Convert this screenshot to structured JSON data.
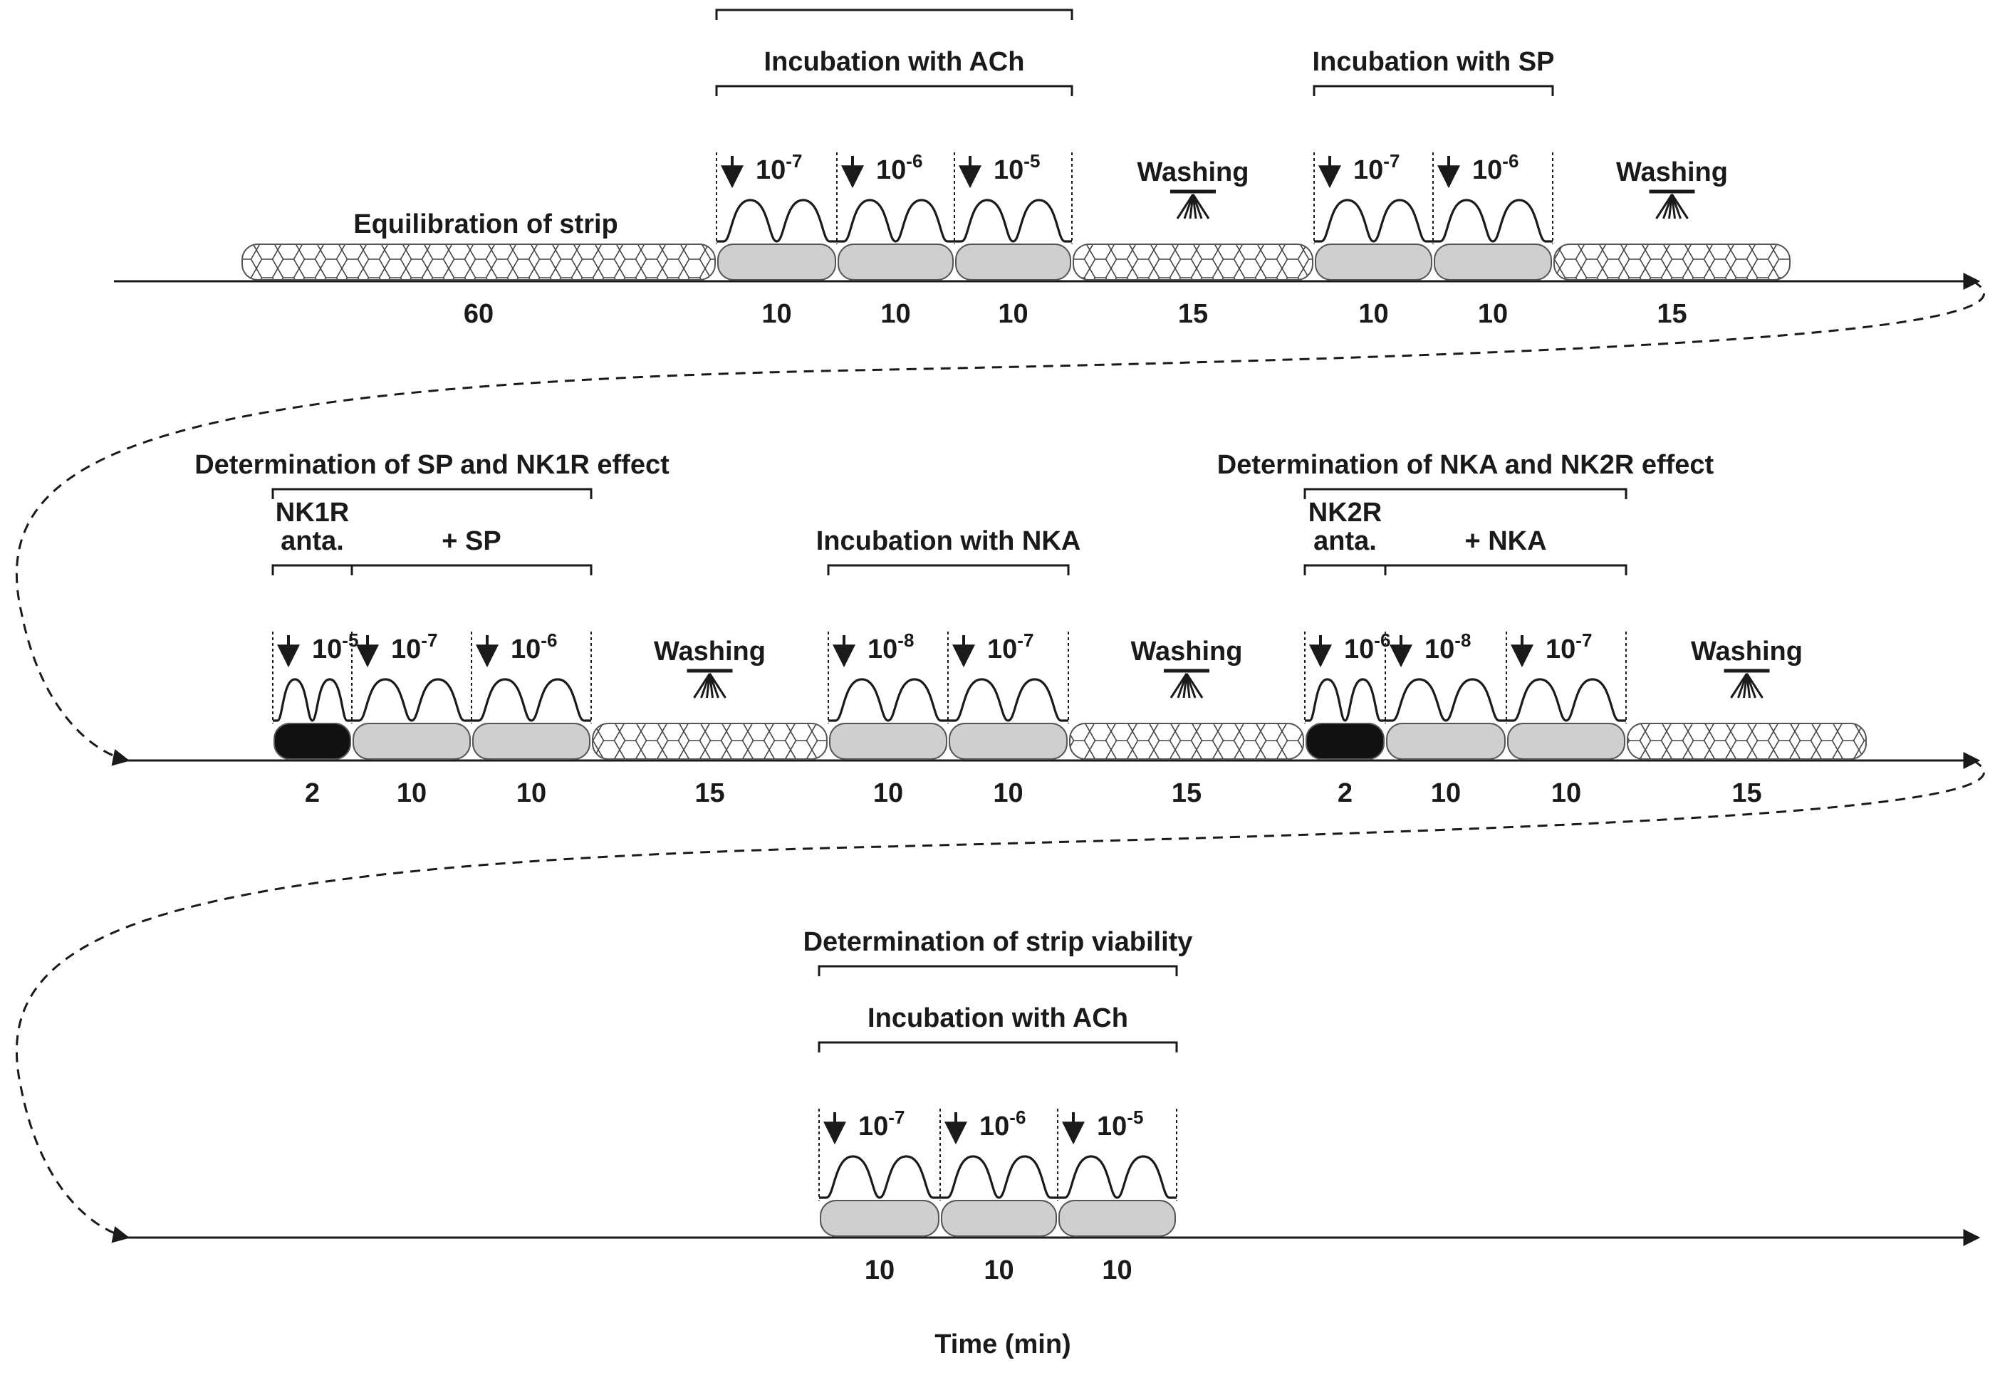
{
  "colors": {
    "ink": "#1a1a1a",
    "incubation_fill": "#cfcfcf",
    "antagonist_fill": "#111111",
    "washing_fill": "#ffffff"
  },
  "rows": [
    {
      "id": "row1",
      "segments": [
        {
          "kind": "equilibration",
          "duration": "60",
          "label": "Equilibration of strip"
        },
        {
          "kind": "incubation",
          "duration": "10",
          "conc_base": "10",
          "conc_exp": "-7",
          "arrow": true
        },
        {
          "kind": "incubation",
          "duration": "10",
          "conc_base": "10",
          "conc_exp": "-6",
          "arrow": true
        },
        {
          "kind": "incubation",
          "duration": "10",
          "conc_base": "10",
          "conc_exp": "-5",
          "arrow": true
        },
        {
          "kind": "washing",
          "duration": "15",
          "label": "Washing"
        },
        {
          "kind": "incubation",
          "duration": "10",
          "conc_base": "10",
          "conc_exp": "-7",
          "arrow": true
        },
        {
          "kind": "incubation",
          "duration": "10",
          "conc_base": "10",
          "conc_exp": "-6",
          "arrow": true
        },
        {
          "kind": "washing",
          "duration": "15",
          "label": "Washing"
        }
      ],
      "brackets": [
        {
          "label": "Determination of strip viability",
          "level": 2,
          "from": 1,
          "to": 3
        },
        {
          "label": "Incubation with ACh",
          "level": 1,
          "from": 1,
          "to": 3
        },
        {
          "label": "Incubation with SP",
          "level": 1,
          "from": 5,
          "to": 6
        }
      ]
    },
    {
      "id": "row2",
      "segments": [
        {
          "kind": "antagonist",
          "duration": "2",
          "conc_base": "10",
          "conc_exp": "-5",
          "arrow": true
        },
        {
          "kind": "incubation",
          "duration": "10",
          "conc_base": "10",
          "conc_exp": "-7",
          "arrow": true
        },
        {
          "kind": "incubation",
          "duration": "10",
          "conc_base": "10",
          "conc_exp": "-6",
          "arrow": true
        },
        {
          "kind": "washing",
          "duration": "15",
          "label": "Washing"
        },
        {
          "kind": "incubation",
          "duration": "10",
          "conc_base": "10",
          "conc_exp": "-8",
          "arrow": true
        },
        {
          "kind": "incubation",
          "duration": "10",
          "conc_base": "10",
          "conc_exp": "-7",
          "arrow": true
        },
        {
          "kind": "washing",
          "duration": "15",
          "label": "Washing"
        },
        {
          "kind": "antagonist",
          "duration": "2",
          "conc_base": "10",
          "conc_exp": "-6",
          "arrow": true
        },
        {
          "kind": "incubation",
          "duration": "10",
          "conc_base": "10",
          "conc_exp": "-8",
          "arrow": true
        },
        {
          "kind": "incubation",
          "duration": "10",
          "conc_base": "10",
          "conc_exp": "-7",
          "arrow": true
        },
        {
          "kind": "washing",
          "duration": "15",
          "label": "Washing"
        }
      ],
      "brackets": [
        {
          "label": "Determination of SP and NK1R effect",
          "level": 2,
          "from": 0,
          "to": 2
        },
        {
          "label": "NK1R\nanta.",
          "level": 1,
          "from": 0,
          "to": 0
        },
        {
          "label": "+ SP",
          "level": 1,
          "from": 1,
          "to": 2
        },
        {
          "label": "Incubation with NKA",
          "level": 1,
          "from": 4,
          "to": 5
        },
        {
          "label": "Determination of NKA and NK2R effect",
          "level": 2,
          "from": 7,
          "to": 9
        },
        {
          "label": "NK2R\nanta.",
          "level": 1,
          "from": 7,
          "to": 7
        },
        {
          "label": "+ NKA",
          "level": 1,
          "from": 8,
          "to": 9
        }
      ]
    },
    {
      "id": "row3",
      "segments": [
        {
          "kind": "incubation",
          "duration": "10",
          "conc_base": "10",
          "conc_exp": "-7",
          "arrow": true
        },
        {
          "kind": "incubation",
          "duration": "10",
          "conc_base": "10",
          "conc_exp": "-6",
          "arrow": true
        },
        {
          "kind": "incubation",
          "duration": "10",
          "conc_base": "10",
          "conc_exp": "-5",
          "arrow": true
        }
      ],
      "brackets": [
        {
          "label": "Determination of strip viability",
          "level": 2,
          "from": 0,
          "to": 2
        },
        {
          "label": "Incubation with ACh",
          "level": 1,
          "from": 0,
          "to": 2
        }
      ]
    }
  ],
  "axis_label": "Time (min)"
}
